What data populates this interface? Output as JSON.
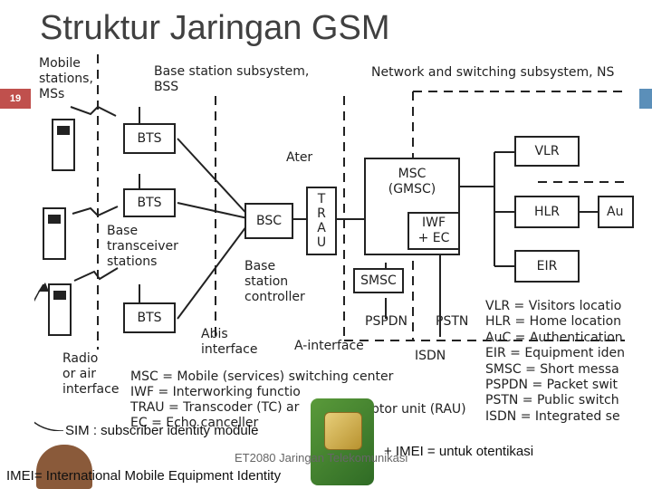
{
  "slide": {
    "title": "Struktur Jaringan GSM",
    "number": "19",
    "sim_caption": "SIM : subscriber identity module",
    "footer": "ET2080 Jaringan Telekomunikasi",
    "imei_note": "+ IMEI = untuk otentikasi",
    "imei_definition": "IMEI= International Mobile Equipment Identity"
  },
  "diagram": {
    "ms_header": [
      "Mobile",
      "stations,",
      "MSs"
    ],
    "bss_header": [
      "Base station subsystem,",
      "BSS"
    ],
    "nss_header": "Network and switching subsystem, NS",
    "bts": [
      "BTS",
      "BTS",
      "BTS"
    ],
    "bts_caption": [
      "Base",
      "transceiver",
      "stations"
    ],
    "bsc": "BSC",
    "bsc_caption": [
      "Base",
      "station",
      "controller"
    ],
    "ater": "Ater",
    "trau": [
      "T",
      "R",
      "A",
      "U"
    ],
    "msc": [
      "MSC",
      "(GMSC)"
    ],
    "iwf": [
      "IWF",
      "+ EC"
    ],
    "smsc": "SMSC",
    "vlr": "VLR",
    "hlr": "HLR",
    "auc": "Au",
    "eir": "EIR",
    "pspdn": "PSPDN",
    "pstn": "PSTN",
    "isdn": "ISDN",
    "abis": [
      "Abis",
      "interface"
    ],
    "a_interface": "A-interface",
    "radio": [
      "Radio",
      "or air",
      "interface"
    ],
    "abbreviations": [
      "MSC = Mobile (services) switching center",
      "IWF = Interworking functio",
      "TRAU = Transcoder (TC) ar",
      "EC = Echo canceller"
    ],
    "rau_fragment": "ptor unit (RAU)",
    "legend": [
      "VLR = Visitors locatio",
      "HLR = Home location",
      "AuC = Authentication",
      "EIR = Equipment iden",
      "SMSC = Short messa",
      "PSPDN = Packet swit",
      "PSTN = Public switch",
      "ISDN = Integrated se"
    ]
  }
}
